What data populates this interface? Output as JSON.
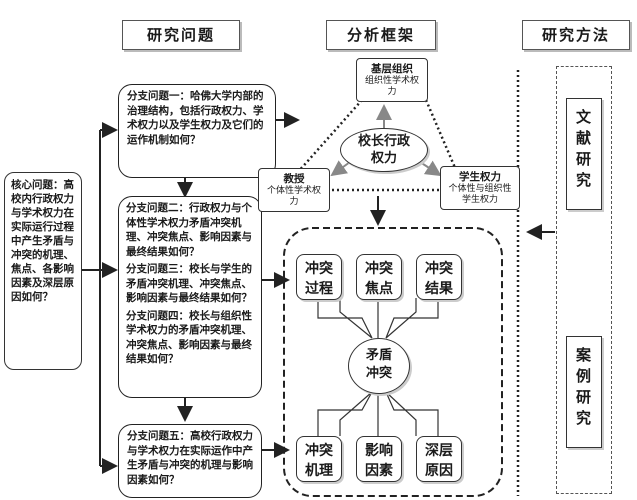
{
  "headers": {
    "research_questions": "研究问题",
    "analysis_framework": "分析框架",
    "research_methods": "研究方法"
  },
  "core_question": "核心问题：高校内行政权力与学术权力在实际运行过程中产生矛盾与冲突的机理、焦点、各影响因素及深层原因如何？",
  "sub_questions": [
    "分支问题一：哈佛大学内部的治理结构，包括行政权力、学术权力以及学生权力及它们的运作机制如何？",
    "分支问题二：行政权力与个体性学术权力矛盾冲突机理、冲突焦点、影响因素与最终结果如何？",
    "分支问题三：校长与学生的矛盾冲突机理、冲突焦点、影响因素与最终结果如何？",
    "分支问题四：校长与组织性学术权力的矛盾冲突机理、冲突焦点、影响因素与最终结果如何？",
    "分支问题五：高校行政权力与学术权力在实际运作中产生矛盾与冲突的机理与影响因素如何？"
  ],
  "triangle": {
    "top_title": "基层组织",
    "top_desc": "组织性学术权力",
    "left_title": "教授",
    "left_desc": "个体性学术权力",
    "right_title": "学生权力",
    "right_desc": "个体性与组织性学生权力",
    "center": "校长行政权力"
  },
  "conflict": {
    "top": [
      "冲突过程",
      "冲突焦点",
      "冲突结果"
    ],
    "center": "矛盾冲突",
    "bottom": [
      "冲突机理",
      "影响因素",
      "深层原因"
    ]
  },
  "methods": {
    "literature": "文献研究",
    "case": "案例研究"
  }
}
